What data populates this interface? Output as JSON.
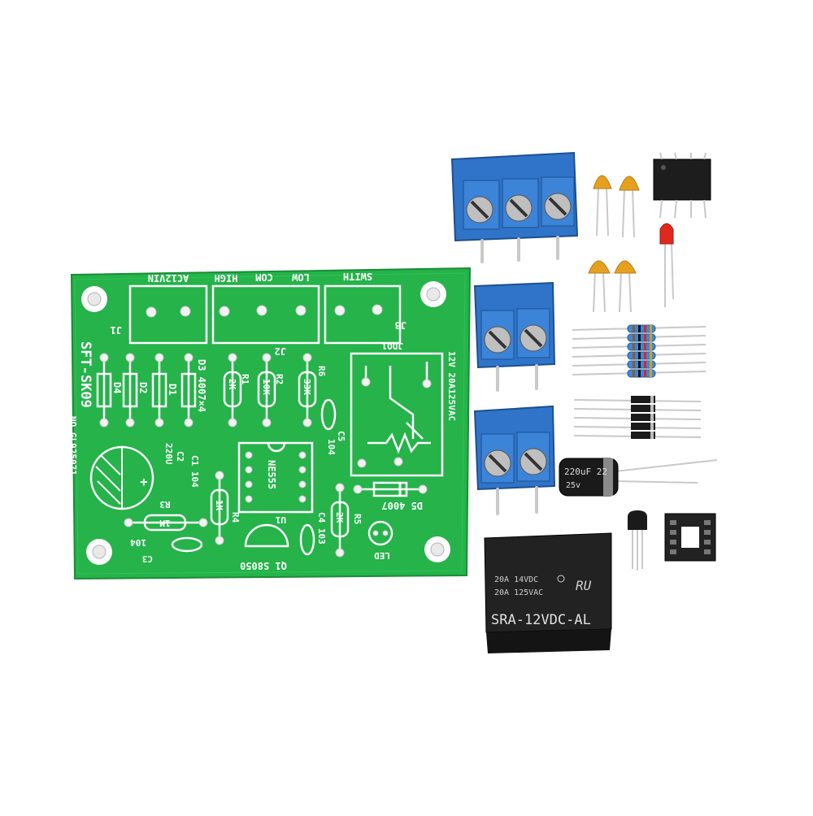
{
  "colors": {
    "pcb_green": "#25b34a",
    "terminal_blue": "#2f74c9",
    "relay_black": "#222222",
    "capacitor_orange": "#e6a020",
    "led_red": "#e0281e"
  },
  "pcb": {
    "board_name": "SFT-SK09",
    "serial": "NO.GL925071",
    "header_acin": "AC12VIN",
    "header_high": "HIGH",
    "header_com": "COM",
    "header_low": "LOW",
    "header_switch": "SWITH",
    "j1": "J1",
    "j2": "J2",
    "j3": "J3",
    "jdq1": "JDQ1",
    "relay_rating": "12V 20A125VAC",
    "d1": "D1",
    "d2": "D2",
    "d3": "D3 4007×4",
    "d4": "D4",
    "r1": "R1",
    "r1_val": "2K",
    "r2": "R2",
    "r2_val": "10K",
    "r3": "R3",
    "r3_val": "1M",
    "r4": "R4",
    "r4_val": "1K",
    "r5": "R5",
    "r5_val": "2K",
    "r6": "R6",
    "r6_val": "33K",
    "c1": "C1 104",
    "c2": "C2",
    "c2_val": "220U",
    "c3": "C3",
    "c3_val": "104",
    "c4": "C4 103",
    "c5": "C5",
    "c5_val": "104",
    "u1": "U1",
    "ic": "NE555",
    "d5": "D5 4007",
    "q1": "Q1 S8050",
    "led": "LED",
    "plus": "+"
  },
  "electrolytic": {
    "label": "220uF 22",
    "voltage": "25v"
  },
  "relay": {
    "line1": "20A 14VDC",
    "line2": "20A 125VAC",
    "mark": "RU",
    "model": "SRA-12VDC-AL"
  }
}
